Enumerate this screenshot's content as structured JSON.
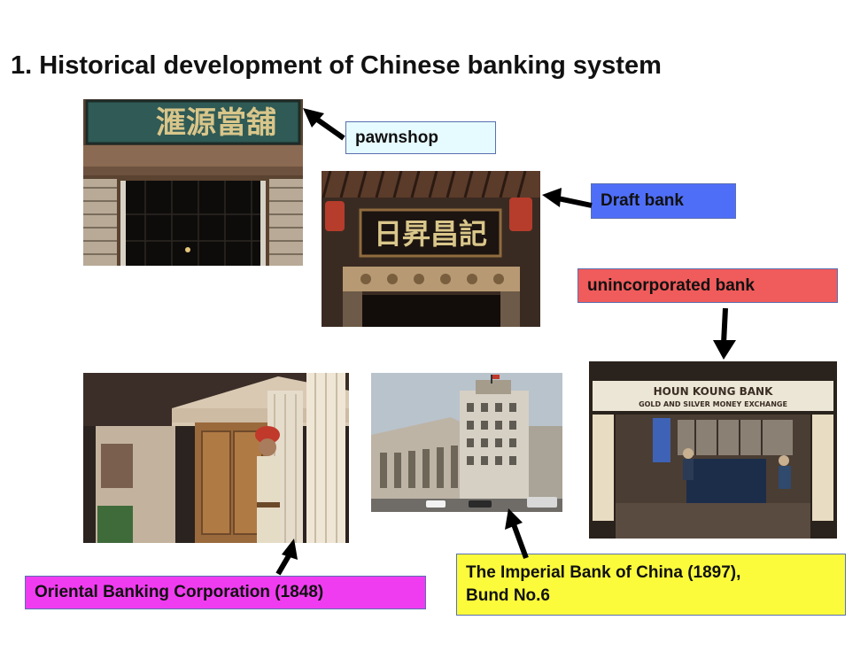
{
  "slide": {
    "title": "1.  Historical development of Chinese banking system"
  },
  "labels": {
    "pawnshop": "pawnshop",
    "draft_bank": "Draft bank",
    "unincorporated_bank": "unincorporated bank",
    "oriental": "Oriental Banking Corporation (1848)",
    "imperial_line1": "The Imperial Bank of China (1897),",
    "imperial_line2": "Bund No.6"
  },
  "photos": {
    "pawnshop_sign": "滙源當舖",
    "draft_sign": "日昇昌記",
    "houn_koung_line1": "HOUN KOUNG BANK",
    "houn_koung_line2": "GOLD AND SILVER MONEY EXCHANGE"
  },
  "colors": {
    "pawnshop_bg": "#e6fbff",
    "draft_bg": "#4f6ef7",
    "unincorporated_bg": "#f05b5b",
    "oriental_bg": "#f03cf0",
    "imperial_bg": "#fbfb3c"
  }
}
